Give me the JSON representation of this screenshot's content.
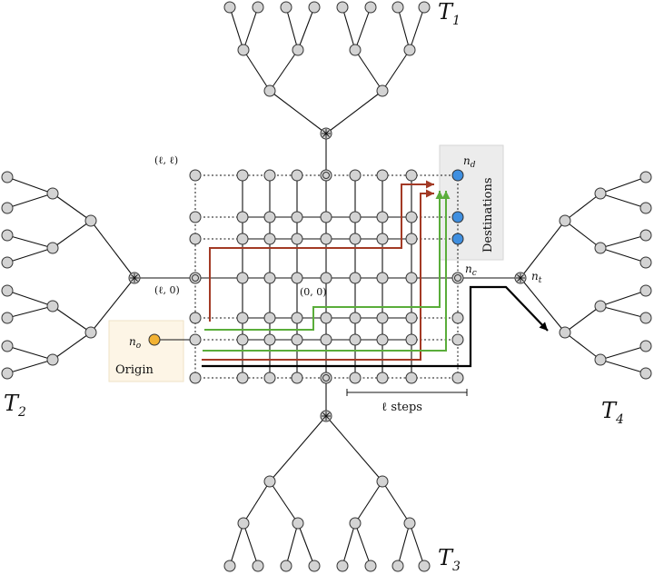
{
  "colors": {
    "node_fill": "#d3d3d3",
    "node_stroke": "#333333",
    "origin_fill": "#f2b233",
    "destination_fill": "#3f8fe0",
    "origin_box": "#fdf5e6",
    "destination_box": "#ececec",
    "path_red": "#a33a25",
    "path_green": "#5aad3a",
    "path_black": "#000000"
  },
  "labels": {
    "t1": "T",
    "t1_sub": "1",
    "t2": "T",
    "t2_sub": "2",
    "t3": "T",
    "t3_sub": "3",
    "t4": "T",
    "t4_sub": "4",
    "corner_ll": "(ℓ, ℓ)",
    "left_l0": "(ℓ, 0)",
    "center_00": "(0, 0)",
    "nd": "n",
    "nd_sub": "d",
    "nc": "n",
    "nc_sub": "c",
    "nt": "n",
    "nt_sub": "t",
    "no": "n",
    "no_sub": "o",
    "origin": "Origin",
    "destinations": "Destinations",
    "l_steps": "ℓ steps"
  }
}
